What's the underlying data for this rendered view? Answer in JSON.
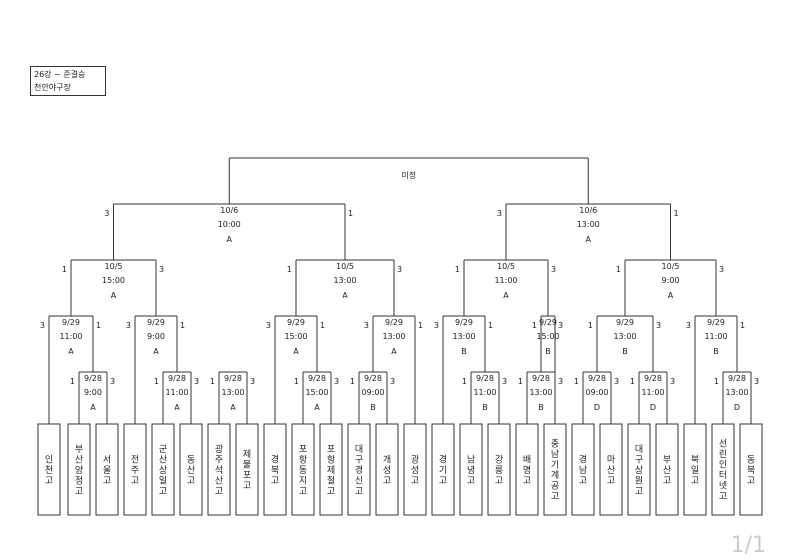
{
  "header": {
    "round": "26강 ~ 준결승",
    "venue": "천안야구장"
  },
  "page_number": "1/1",
  "teams": [
    "인천고",
    "부산양정고",
    "서울고",
    "전주고",
    "군산상일고",
    "동산고",
    "광주석산고",
    "제물포고",
    "경북고",
    "포항동지고",
    "포항제철고",
    "대구경신고",
    "개성고",
    "광성고",
    "경기고",
    "남녕고",
    "강릉고",
    "배명고",
    "충남기계공고",
    "경남고",
    "마산고",
    "대구상원고",
    "부산고",
    "북일고",
    "선린인터넷고",
    "동북고"
  ],
  "final": {
    "label": "미정"
  },
  "matches": [
    {
      "id": "r1a",
      "date": "9/28",
      "time": "9:00",
      "field": "A",
      "ls": "1",
      "rs": "3"
    },
    {
      "id": "r1b",
      "date": "9/28",
      "time": "11:00",
      "field": "A",
      "ls": "1",
      "rs": "3"
    },
    {
      "id": "r1c",
      "date": "9/28",
      "time": "13:00",
      "field": "A",
      "ls": "1",
      "rs": "3"
    },
    {
      "id": "r1d",
      "date": "9/28",
      "time": "15:00",
      "field": "A",
      "ls": "1",
      "rs": "3"
    },
    {
      "id": "r1e",
      "date": "9/28",
      "time": "09:00",
      "field": "B",
      "ls": "1",
      "rs": "3"
    },
    {
      "id": "r1f",
      "date": "9/28",
      "time": "11:00",
      "field": "B",
      "ls": "1",
      "rs": "3"
    },
    {
      "id": "r1g",
      "date": "9/28",
      "time": "13:00",
      "field": "B",
      "ls": "1",
      "rs": "3"
    },
    {
      "id": "r1h",
      "date": "9/28",
      "time": "09:00",
      "field": "D",
      "ls": "1",
      "rs": "3"
    },
    {
      "id": "r1i",
      "date": "9/28",
      "time": "11:00",
      "field": "D",
      "ls": "1",
      "rs": "3"
    },
    {
      "id": "r1j",
      "date": "9/28",
      "time": "13:00",
      "field": "D",
      "ls": "1",
      "rs": "3"
    },
    {
      "id": "r2a",
      "date": "9/29",
      "time": "11:00",
      "field": "A",
      "ls": "3",
      "rs": "1"
    },
    {
      "id": "r2b",
      "date": "9/29",
      "time": "9:00",
      "field": "A",
      "ls": "3",
      "rs": "1"
    },
    {
      "id": "r2c",
      "date": "9/29",
      "time": "15:00",
      "field": "A",
      "ls": "3",
      "rs": "1"
    },
    {
      "id": "r2d",
      "date": "9/29",
      "time": "13:00",
      "field": "A",
      "ls": "3",
      "rs": "1"
    },
    {
      "id": "r2e",
      "date": "9/29",
      "time": "13:00",
      "field": "B",
      "ls": "3",
      "rs": "1"
    },
    {
      "id": "r2f",
      "date": "9/29",
      "time": "15:00",
      "field": "B",
      "ls": "1",
      "rs": "3"
    },
    {
      "id": "r2g",
      "date": "9/29",
      "time": "13:00",
      "field": "B",
      "ls": "1",
      "rs": "3"
    },
    {
      "id": "r2h",
      "date": "9/29",
      "time": "11:00",
      "field": "B",
      "ls": "3",
      "rs": "1"
    },
    {
      "id": "q1",
      "date": "10/5",
      "time": "15:00",
      "field": "A",
      "ls": "1",
      "rs": "3"
    },
    {
      "id": "q2",
      "date": "10/5",
      "time": "13:00",
      "field": "A",
      "ls": "1",
      "rs": "3"
    },
    {
      "id": "q3",
      "date": "10/5",
      "time": "11:00",
      "field": "A",
      "ls": "1",
      "rs": "3"
    },
    {
      "id": "q4",
      "date": "10/5",
      "time": "9:00",
      "field": "A",
      "ls": "1",
      "rs": "3"
    },
    {
      "id": "s1",
      "date": "10/6",
      "time": "10:00",
      "field": "A",
      "ls": "3",
      "rs": "1"
    },
    {
      "id": "s2",
      "date": "10/6",
      "time": "13:00",
      "field": "A",
      "ls": "3",
      "rs": "1"
    }
  ]
}
